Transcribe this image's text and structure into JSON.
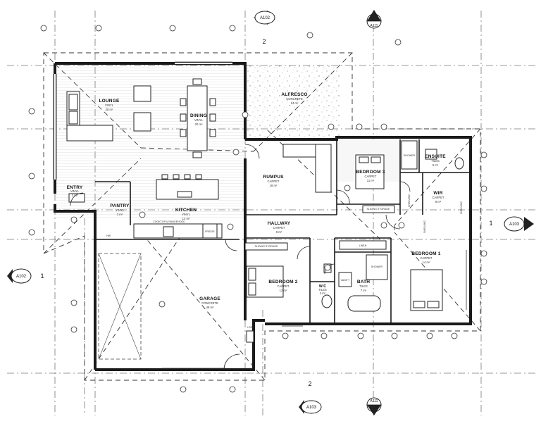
{
  "rooms": {
    "lounge": {
      "name": "LOUNGE",
      "finish": "VINYL",
      "area": "28 m²"
    },
    "dining": {
      "name": "DINING",
      "finish": "VINYL",
      "area": "20 m²"
    },
    "alfresco": {
      "name": "ALFRESCO",
      "finish": "CONCRETE",
      "area": "14 m²"
    },
    "rumpus": {
      "name": "RUMPUS",
      "finish": "CARPET",
      "area": "16 m²"
    },
    "bedroom3": {
      "name": "BEDROOM 3",
      "finish": "CARPET",
      "area": "11 m²"
    },
    "ensuite": {
      "name": "ENSUITE",
      "finish": "TILES",
      "area": "5 m²"
    },
    "wir": {
      "name": "WIR",
      "finish": "CARPET",
      "area": "6 m²"
    },
    "entry": {
      "name": "ENTRY",
      "finish": "VINYL",
      "area": "2 m²"
    },
    "pantry": {
      "name": "PANTRY",
      "finish": "VINYL",
      "area": "3 m²"
    },
    "kitchen": {
      "name": "KITCHEN",
      "finish": "VINYL",
      "area": "14 m²"
    },
    "hallway": {
      "name": "HALLWAY",
      "finish": "CARPET",
      "area": "9 m²"
    },
    "bedroom1": {
      "name": "BEDROOM 1",
      "finish": "CARPET",
      "area": "14 m²"
    },
    "bedroom2": {
      "name": "BEDROOM 2",
      "finish": "CARPET",
      "area": "12 m²"
    },
    "bath": {
      "name": "BATH",
      "finish": "TILES",
      "area": "7 m²"
    },
    "wc": {
      "name": "W/C",
      "finish": "TILES",
      "area": "2 m²"
    },
    "garage": {
      "name": "GARAGE",
      "finish": "CONCRETE",
      "area": "48 m²"
    }
  },
  "labels": {
    "sliding_storage_1": "SLIDING STORAGE",
    "sliding_storage_2": "SLIDING STORAGE",
    "cooktop": "COOKTOP & RANGEHOOD",
    "fridge": "FRIDGE",
    "linen": "LINEN",
    "shower": "SHOWER",
    "vanity": "VANITY",
    "shelving_1": "SHELVING",
    "shelving_2": "SHELVING",
    "shelving_3": "SHELVING",
    "hw": "HW",
    "ldry": "LDRY"
  },
  "grid": {
    "label_top": "2",
    "label_bottom": "2",
    "label_left": "1",
    "label_right": "1"
  },
  "section_tags": {
    "top_left": "A102",
    "top_right": "A111",
    "left": "A102",
    "right": "A103",
    "bottom_left": "A103",
    "bottom_right": "A111"
  }
}
